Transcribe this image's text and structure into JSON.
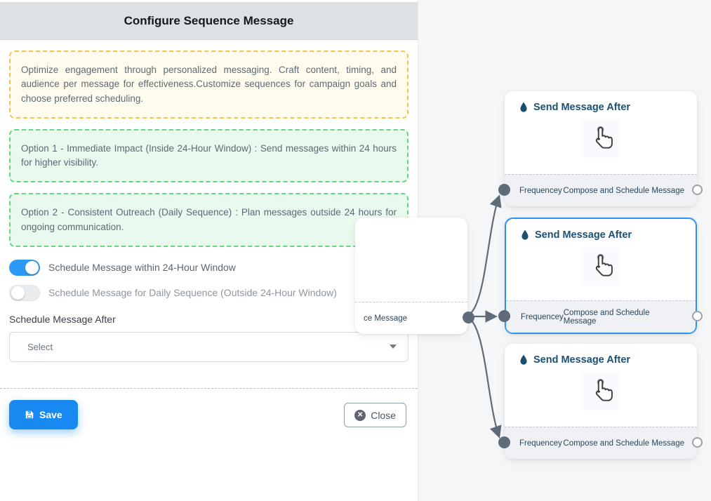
{
  "modal": {
    "title": "Configure Sequence Message",
    "intro_text": "Optimize engagement through personalized messaging. Craft content, timing, and audience per message for effectiveness.Customize sequences for campaign goals and choose preferred scheduling.",
    "option1_text": "Option 1 - Immediate Impact (Inside 24-Hour Window) : Send messages within 24 hours for higher visibility.",
    "option2_text": "Option 2 - Consistent Outreach (Daily Sequence) : Plan messages outside 24 hours for ongoing communication.",
    "toggle_within_24h": {
      "label": "Schedule Message within 24-Hour Window",
      "state": "on"
    },
    "toggle_daily": {
      "label": "Schedule Message for Daily Sequence (Outside 24-Hour Window)",
      "state": "off"
    },
    "schedule_after_label": "Schedule Message After",
    "select_placeholder": "Select",
    "save_label": "Save",
    "close_label": "Close"
  },
  "canvas": {
    "source_node": {
      "footer_label": "ce Message"
    },
    "nodes": [
      {
        "title": "Send Message After",
        "footer_left": "Frequencey",
        "footer_right": "Compose and Schedule Message",
        "selected": false
      },
      {
        "title": "Send Message After",
        "footer_left": "Frequencey",
        "footer_right": "Compose and Schedule Message",
        "selected": true
      },
      {
        "title": "Send Message After",
        "footer_left": "Frequencey",
        "footer_right": "Compose and Schedule Message",
        "selected": false
      }
    ],
    "icons": {
      "node_icon": "water-drop-icon",
      "body_icon": "hand-pointer-icon"
    }
  },
  "colors": {
    "accent_blue": "#1789f1",
    "toggle_on": "#2b99f5",
    "selected_node_border": "#2e90f0",
    "yellow_alert_border": "#f3c34e",
    "green_alert_border": "#62d77f",
    "edge": "#5e6c7a",
    "node_title": "#1c5174",
    "canvas_bg": "#f5f6f8",
    "header_bg": "#dde1e6"
  }
}
